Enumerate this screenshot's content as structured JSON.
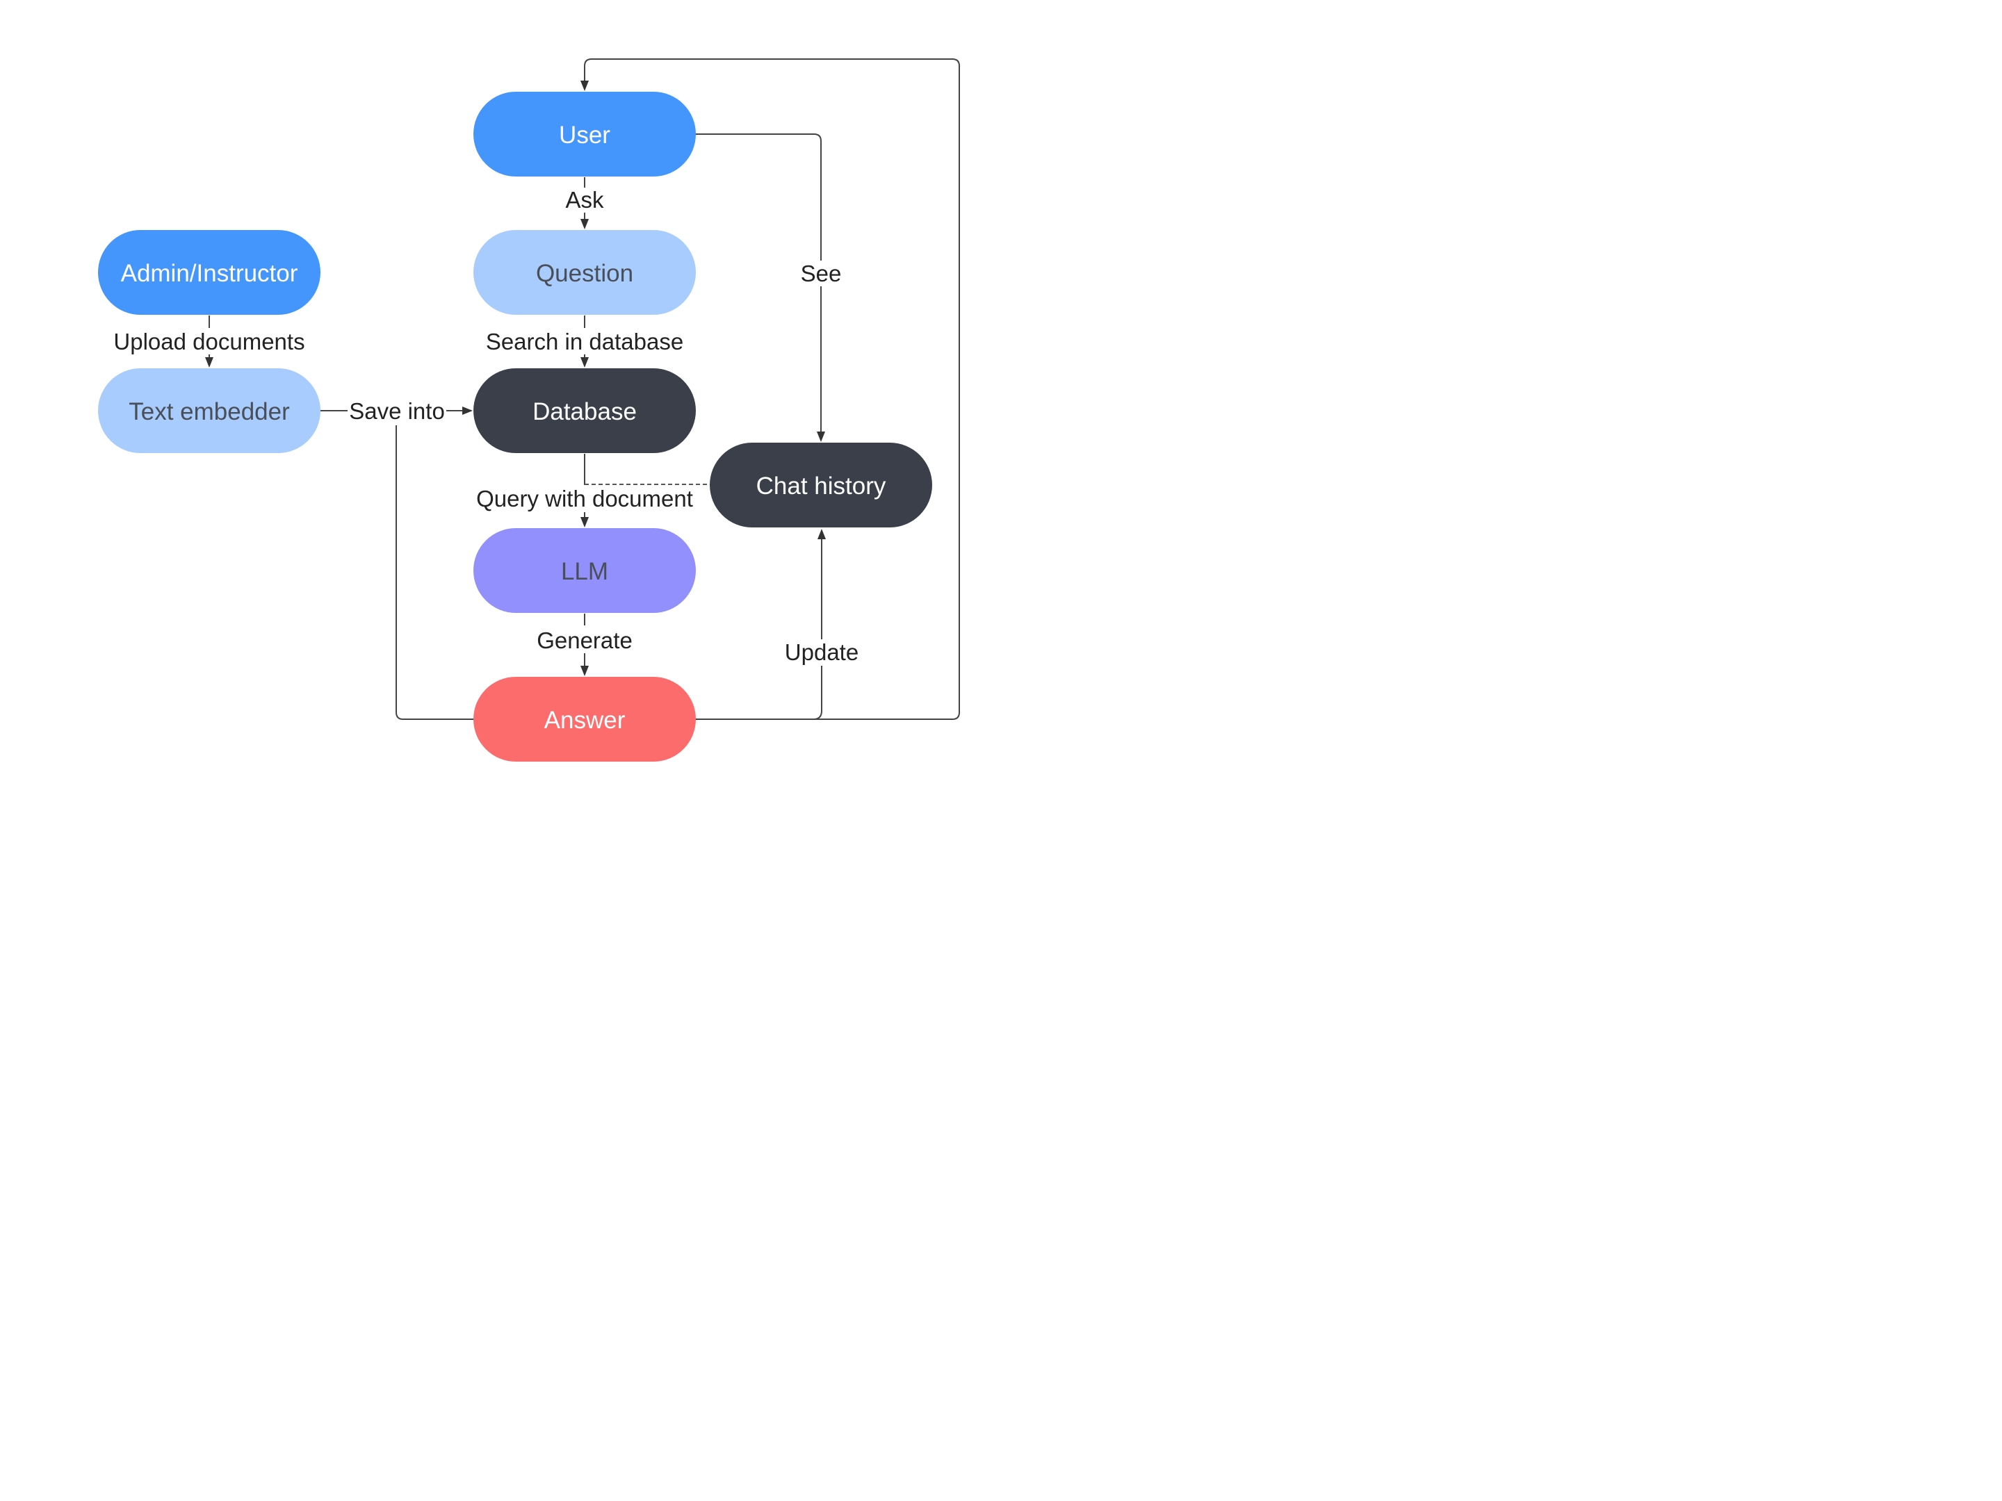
{
  "nodes": {
    "user": {
      "label": "User",
      "fill": "#4496FC",
      "text_color": "#FFFFFF"
    },
    "question": {
      "label": "Question",
      "fill": "#A7CCFD",
      "text_color": "#4A4E58"
    },
    "admin": {
      "label": "Admin/Instructor",
      "fill": "#4496FC",
      "text_color": "#FFFFFF"
    },
    "embedder": {
      "label": "Text embedder",
      "fill": "#A7CCFD",
      "text_color": "#4A4E58"
    },
    "database": {
      "label": "Database",
      "fill": "#3A3F4A",
      "text_color": "#FFFFFF"
    },
    "chat_history": {
      "label": "Chat history",
      "fill": "#3A3F4A",
      "text_color": "#FFFFFF"
    },
    "llm": {
      "label": "LLM",
      "fill": "#9190FC",
      "text_color": "#4A4E58"
    },
    "answer": {
      "label": "Answer",
      "fill": "#FD6C6C",
      "text_color": "#FFFFFF"
    }
  },
  "edges": {
    "ask": "Ask",
    "see": "See",
    "search": "Search in database",
    "upload": "Upload documents",
    "save": "Save into",
    "query": "Query with document",
    "generate": "Generate",
    "update": "Update"
  }
}
